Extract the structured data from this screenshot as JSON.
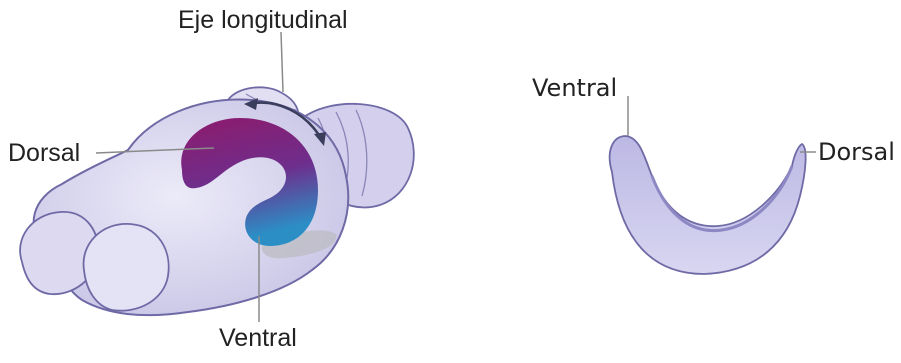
{
  "brain_panel": {
    "axis_label": "Eje longitudinal",
    "dorsal_label": "Dorsal",
    "ventral_label": "Ventral"
  },
  "hippocampus_panel": {
    "ventral_label": "Ventral",
    "dorsal_label": "Dorsal"
  },
  "colors": {
    "brain_fill": "#d9d6ee",
    "brain_outline": "#6f6aa6",
    "hippocampus_dorsal": "#8e1a6c",
    "hippocampus_ventral": "#2b8fc6",
    "crescent_fill": "#c9c6ea",
    "leader_line": "#8a8a8a",
    "axis_arrow": "#3a3d5c"
  }
}
